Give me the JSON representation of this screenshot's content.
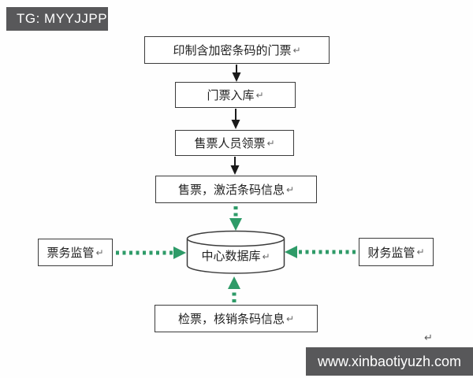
{
  "watermarks": {
    "top_left": "TG: MYYJJPP",
    "bottom_right": "www.xinbaotiyuzh.com"
  },
  "return_mark": "↵",
  "colors": {
    "banner_bg": "#58585a",
    "banner_text": "#ffffff",
    "box_border": "#3b3b3b",
    "box_text": "#222222",
    "arrow_black": "#1a1a1a",
    "arrow_green": "#2e9b68",
    "background": "#fefefe"
  },
  "flowchart": {
    "nodes": [
      {
        "label": "印制含加密条码的门票",
        "shape": "rect"
      },
      {
        "label": "门票入库",
        "shape": "rect"
      },
      {
        "label": "售票人员领票",
        "shape": "rect"
      },
      {
        "label": "售票，激活条码信息",
        "shape": "rect"
      },
      {
        "label": "中心数据库",
        "shape": "cylinder"
      },
      {
        "label": "票务监管",
        "shape": "rect"
      },
      {
        "label": "财务监管",
        "shape": "rect"
      },
      {
        "label": "检票，核销条码信息",
        "shape": "rect"
      }
    ],
    "edges": [
      {
        "from": "印制含加密条码的门票",
        "to": "门票入库",
        "style": "solid-black-arrow"
      },
      {
        "from": "门票入库",
        "to": "售票人员领票",
        "style": "solid-black-arrow"
      },
      {
        "from": "售票人员领票",
        "to": "售票，激活条码信息",
        "style": "solid-black-arrow"
      },
      {
        "from": "售票，激活条码信息",
        "to": "中心数据库",
        "style": "dashed-green-arrow"
      },
      {
        "from": "票务监管",
        "to": "中心数据库",
        "style": "dashed-green-arrow"
      },
      {
        "from": "财务监管",
        "to": "中心数据库",
        "style": "dashed-green-arrow"
      },
      {
        "from": "检票，核销条码信息",
        "to": "中心数据库",
        "style": "dashed-green-arrow"
      }
    ]
  }
}
